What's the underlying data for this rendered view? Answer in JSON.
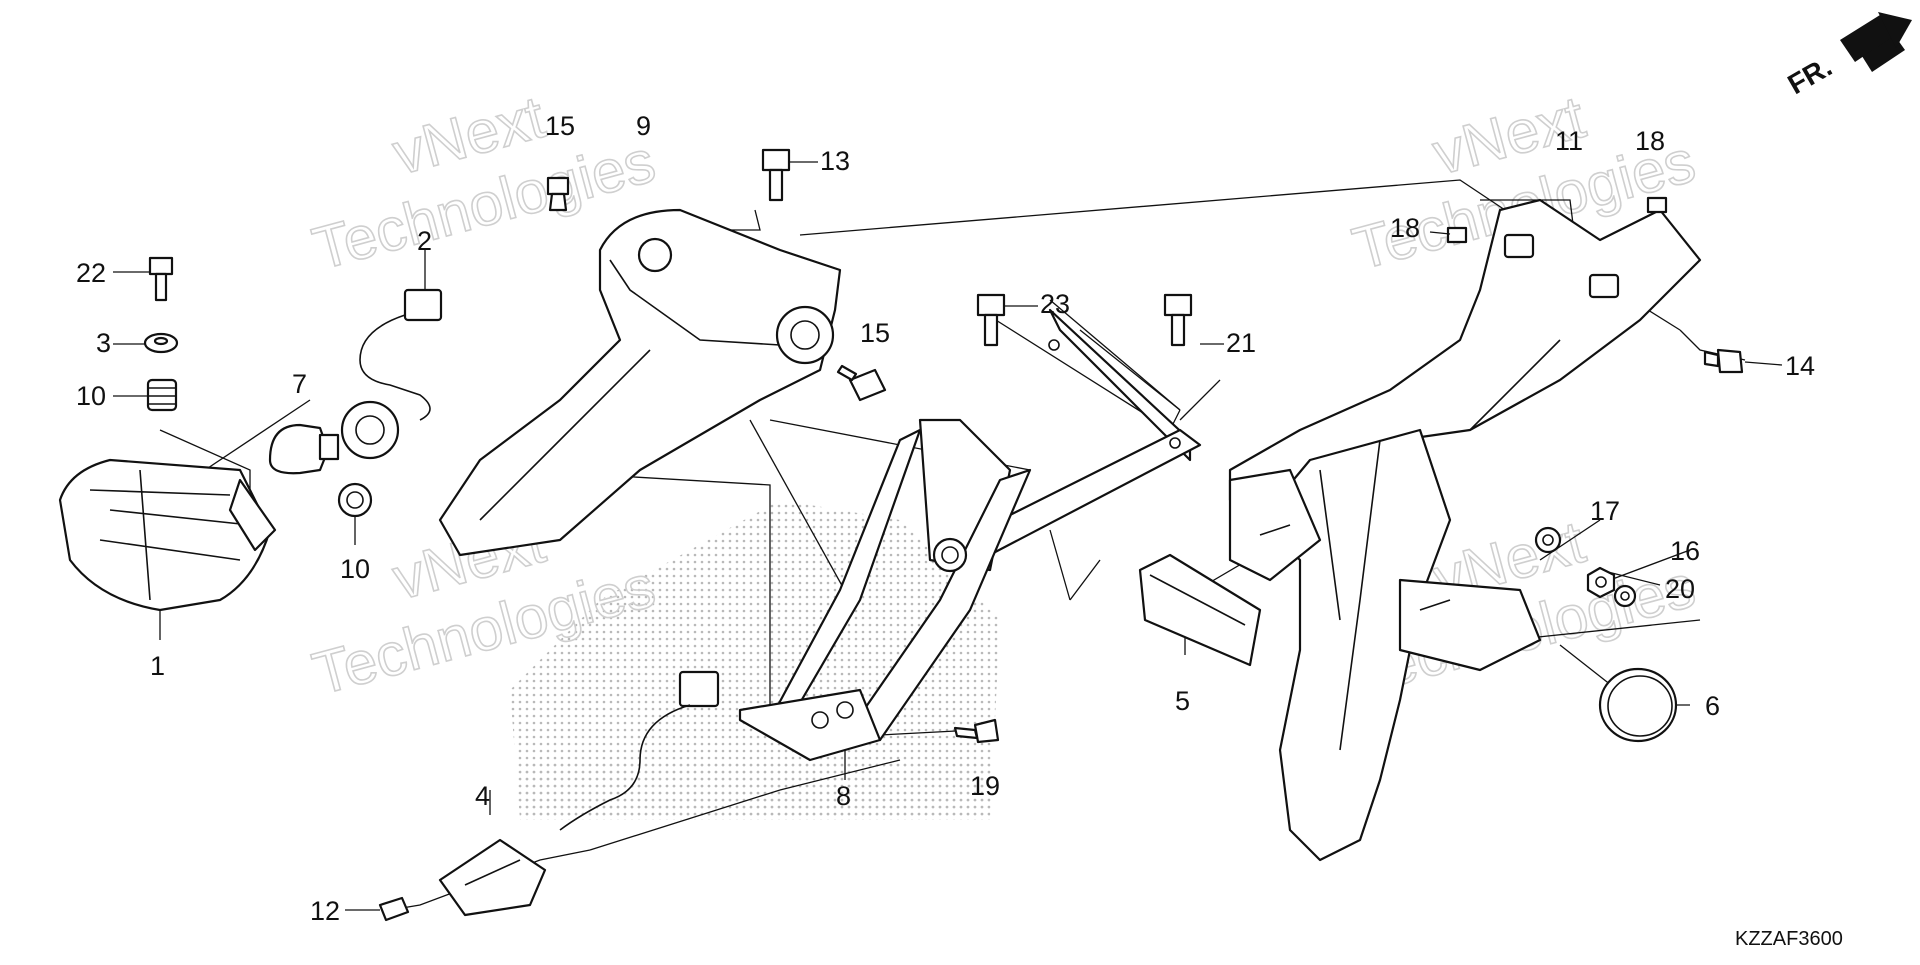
{
  "diagram": {
    "code": "KZZAF3600",
    "front_indicator": "FR.",
    "watermark": {
      "line1": "vNext",
      "line2": "Technologies"
    },
    "callouts": [
      "1",
      "2",
      "3",
      "4",
      "5",
      "6",
      "7",
      "8",
      "9",
      "10",
      "10",
      "11",
      "12",
      "13",
      "14",
      "15",
      "15",
      "16",
      "17",
      "18",
      "18",
      "19",
      "20",
      "21",
      "22",
      "23"
    ]
  },
  "colors": {
    "ink": "#111111",
    "watermark": "#cfcfcf",
    "background": "#ffffff"
  }
}
